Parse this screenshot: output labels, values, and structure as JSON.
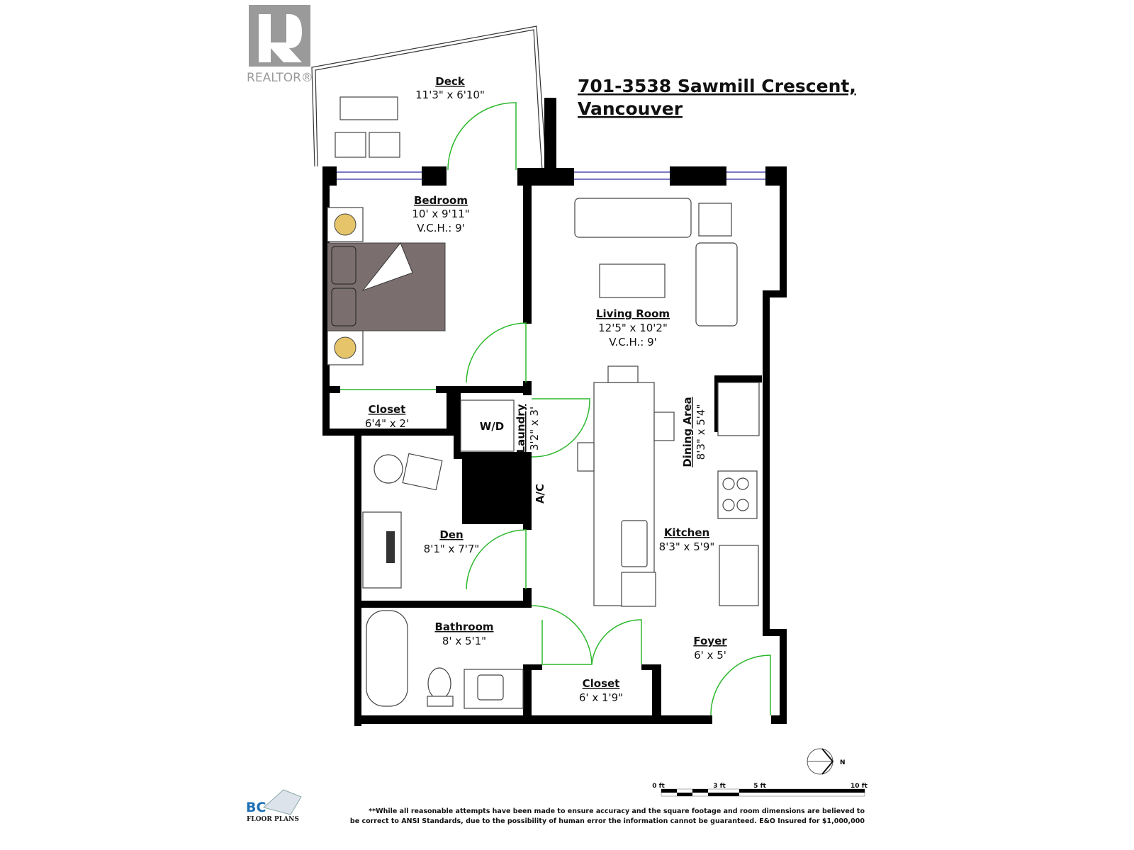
{
  "header": {
    "address_line1": "701-3538 Sawmill Crescent,",
    "address_line2": "Vancouver"
  },
  "logos": {
    "realtor": "REALTOR®",
    "bc_floor_plans": {
      "top": "BC",
      "bottom": "FLOOR PLANS"
    }
  },
  "rooms": {
    "deck": {
      "name": "Deck",
      "dims": "11'3\" x 6'10\""
    },
    "bedroom": {
      "name": "Bedroom",
      "dims": "10' x 9'11\"",
      "ceiling": "V.C.H.: 9'"
    },
    "living_room": {
      "name": "Living Room",
      "dims": "12'5\" x 10'2\"",
      "ceiling": "V.C.H.: 9'"
    },
    "bedroom_closet": {
      "name": "Closet",
      "dims": "6'4\" x 2'"
    },
    "washer_dryer": "W/D",
    "laundry": {
      "name": "Laundry",
      "dims": "3'2\" x 3'"
    },
    "dining_area": {
      "name": "Dining Area",
      "dims": "8'3\" x 5'4\""
    },
    "ac": "A/C",
    "den": {
      "name": "Den",
      "dims": "8'1\" x 7'7\""
    },
    "kitchen": {
      "name": "Kitchen",
      "dims": "8'3\" x 5'9\""
    },
    "bathroom": {
      "name": "Bathroom",
      "dims": "8' x 5'1\""
    },
    "foyer": {
      "name": "Foyer",
      "dims": "6' x 5'"
    },
    "foyer_closet": {
      "name": "Closet",
      "dims": "6' x 1'9\""
    }
  },
  "compass": {
    "label": "N"
  },
  "scale_bar": {
    "labels": [
      "0 ft",
      "3 ft",
      "5 ft",
      "10 ft"
    ]
  },
  "disclaimer": {
    "line1": "**While all reasonable attempts have been made to ensure accuracy and the square footage and room dimensions are believed to",
    "line2": "be correct to ANSI Standards, due to the possibility of human error the information cannot be guaranteed. E&O Insured for $1,000,000"
  },
  "colors": {
    "wall": "#000000",
    "door": "#2db82d",
    "window": "#2a2aa0",
    "bed": "#7a6e6e",
    "logo_gray": "#9a9a9a",
    "bc_blue": "#1f6fb5"
  }
}
